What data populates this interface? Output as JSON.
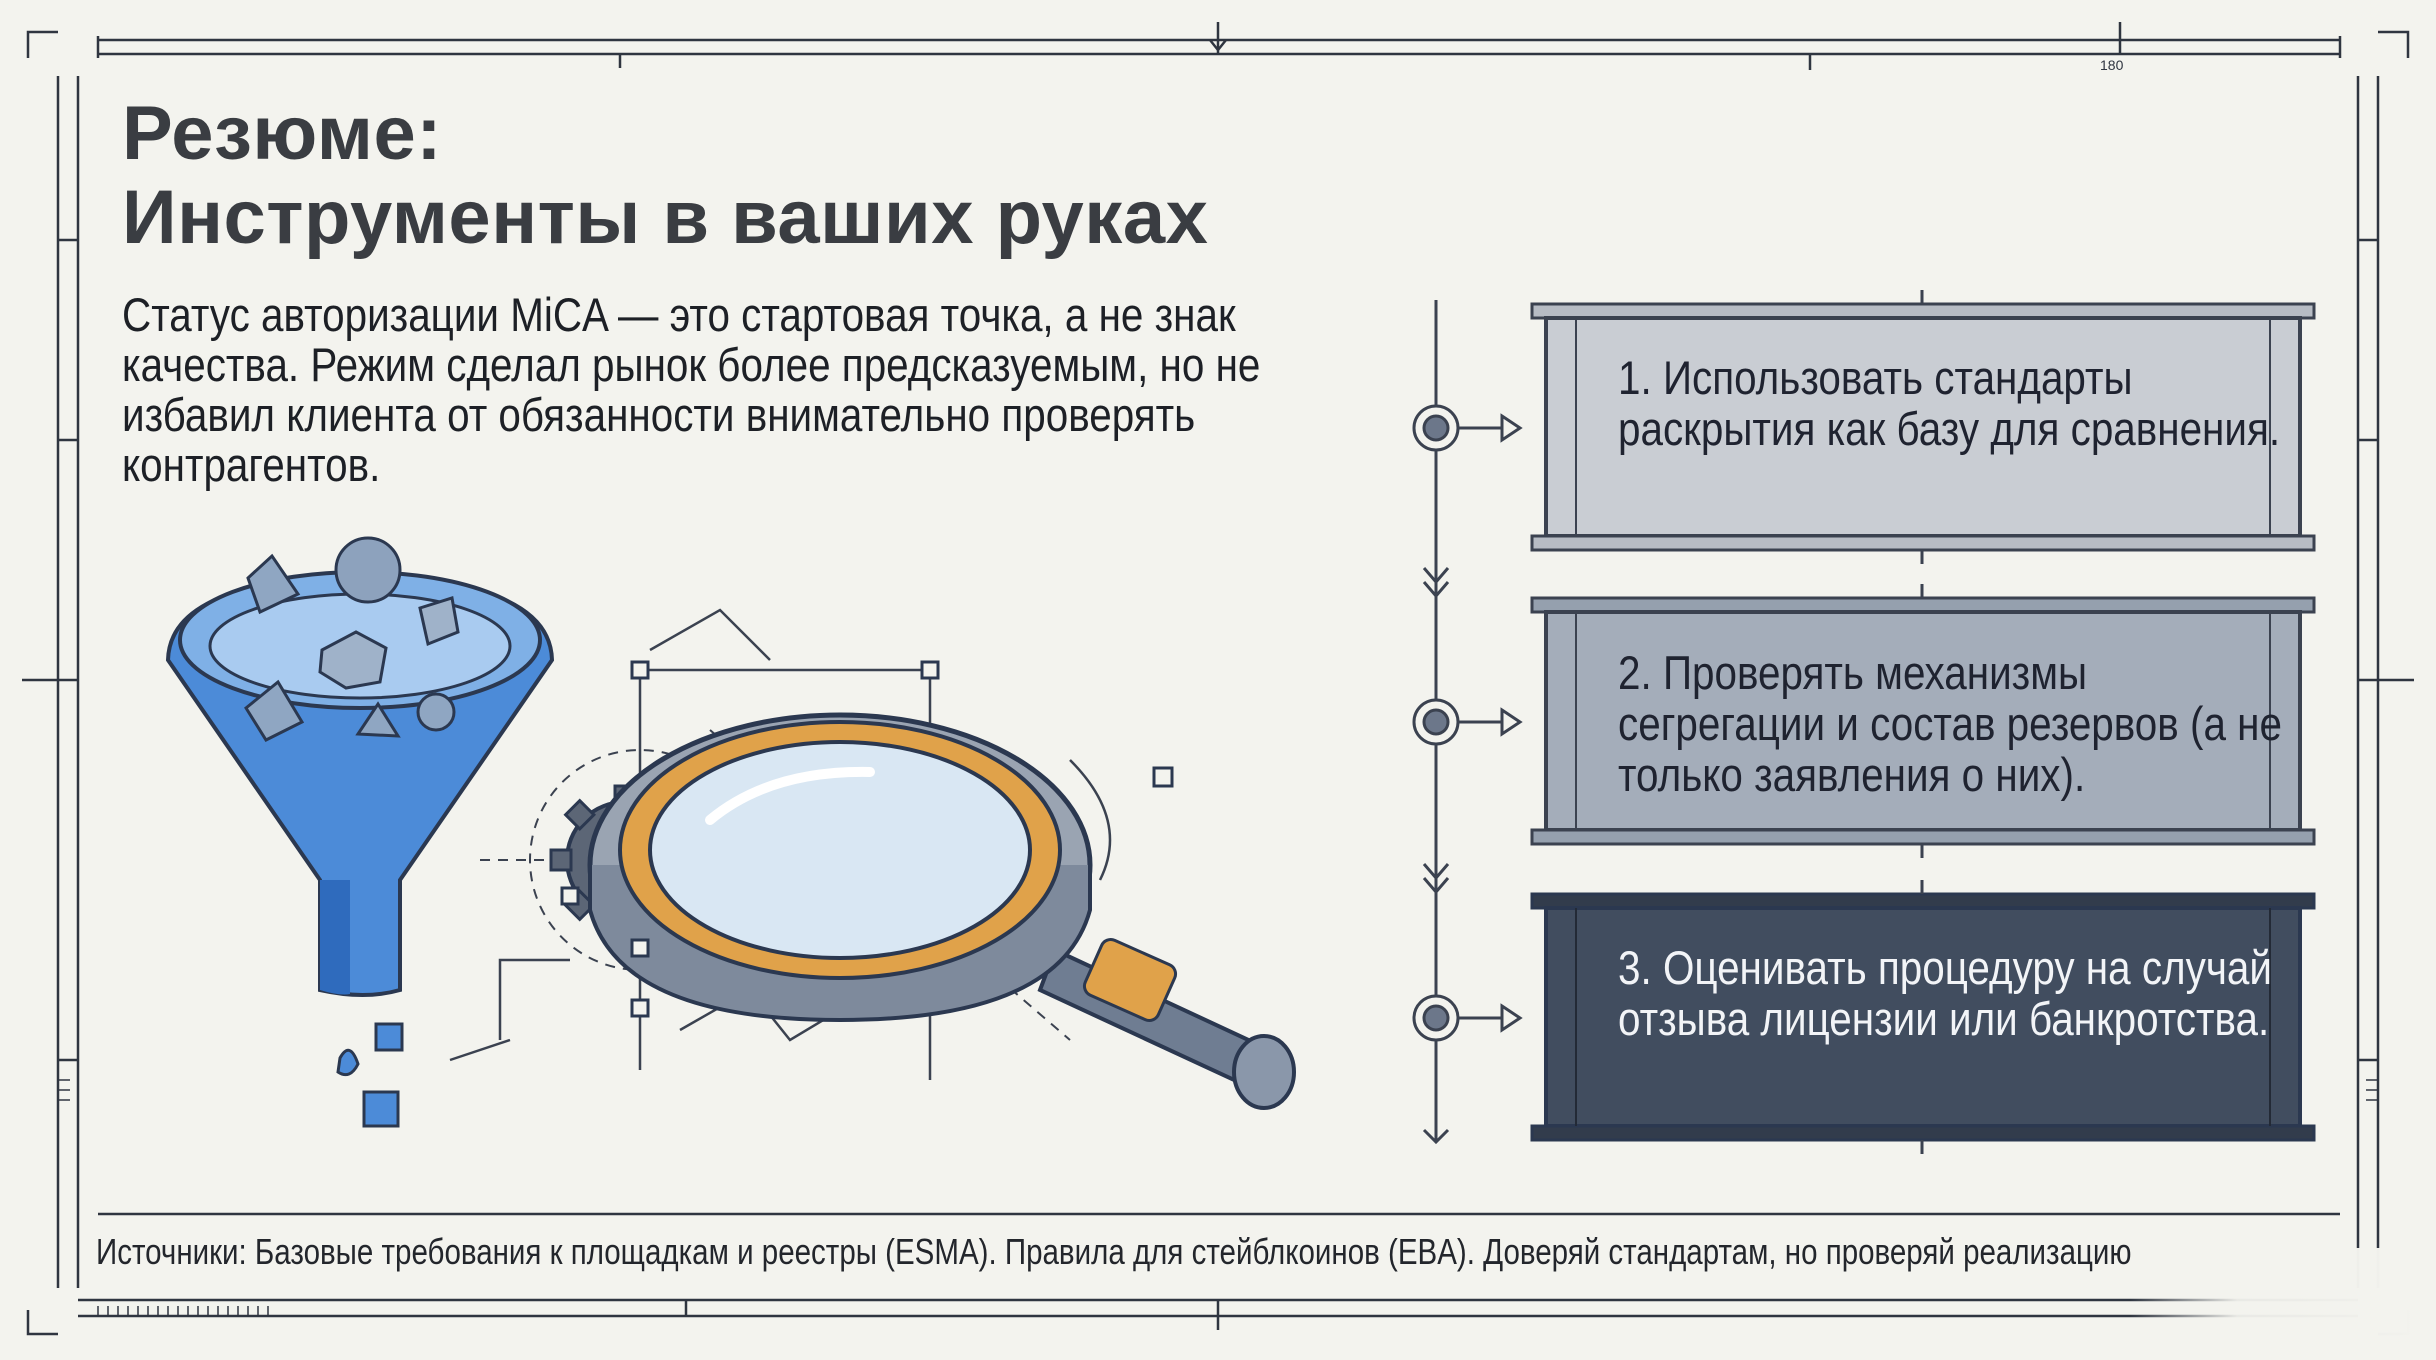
{
  "title": {
    "line1": "Резюме:",
    "line2": "Инструменты в ваших руках"
  },
  "summary": "Статус авторизации MiCA — это стартовая точка, а не знак качества. Режим сделал рынок более предсказуемым, но не избавил клиента от обязанности внимательно проверять контрагентов.",
  "ruler": {
    "label": "180"
  },
  "steps": [
    {
      "text": "1. Использовать стандарты раскрытия как базу для сравнения.",
      "fill": "#c9cdd3",
      "text_color": "#1f2330"
    },
    {
      "text": "2. Проверять механизмы сегрегации и состав резервов (а не только заявления о них).",
      "fill": "#a4adba",
      "text_color": "#1f2330"
    },
    {
      "text": "3. Оценивать процедуру на случай отзыва лицензии или банкротства.",
      "fill": "#414d5f",
      "text_color": "#f2f4f7"
    }
  ],
  "sources": "Источники: Базовые требования к площадкам и реестры (ESMA). Правила для стейблкоинов (EBA). Доверяй стандартам, но проверяй реализацию",
  "colors": {
    "background": "#f3f3ee",
    "line": "#3b4250",
    "funnel_blue": "#3f7fd0",
    "lens_ring": "#e0a24a"
  },
  "icons": [
    "funnel-icon",
    "gear-icon",
    "magnifier-icon"
  ]
}
